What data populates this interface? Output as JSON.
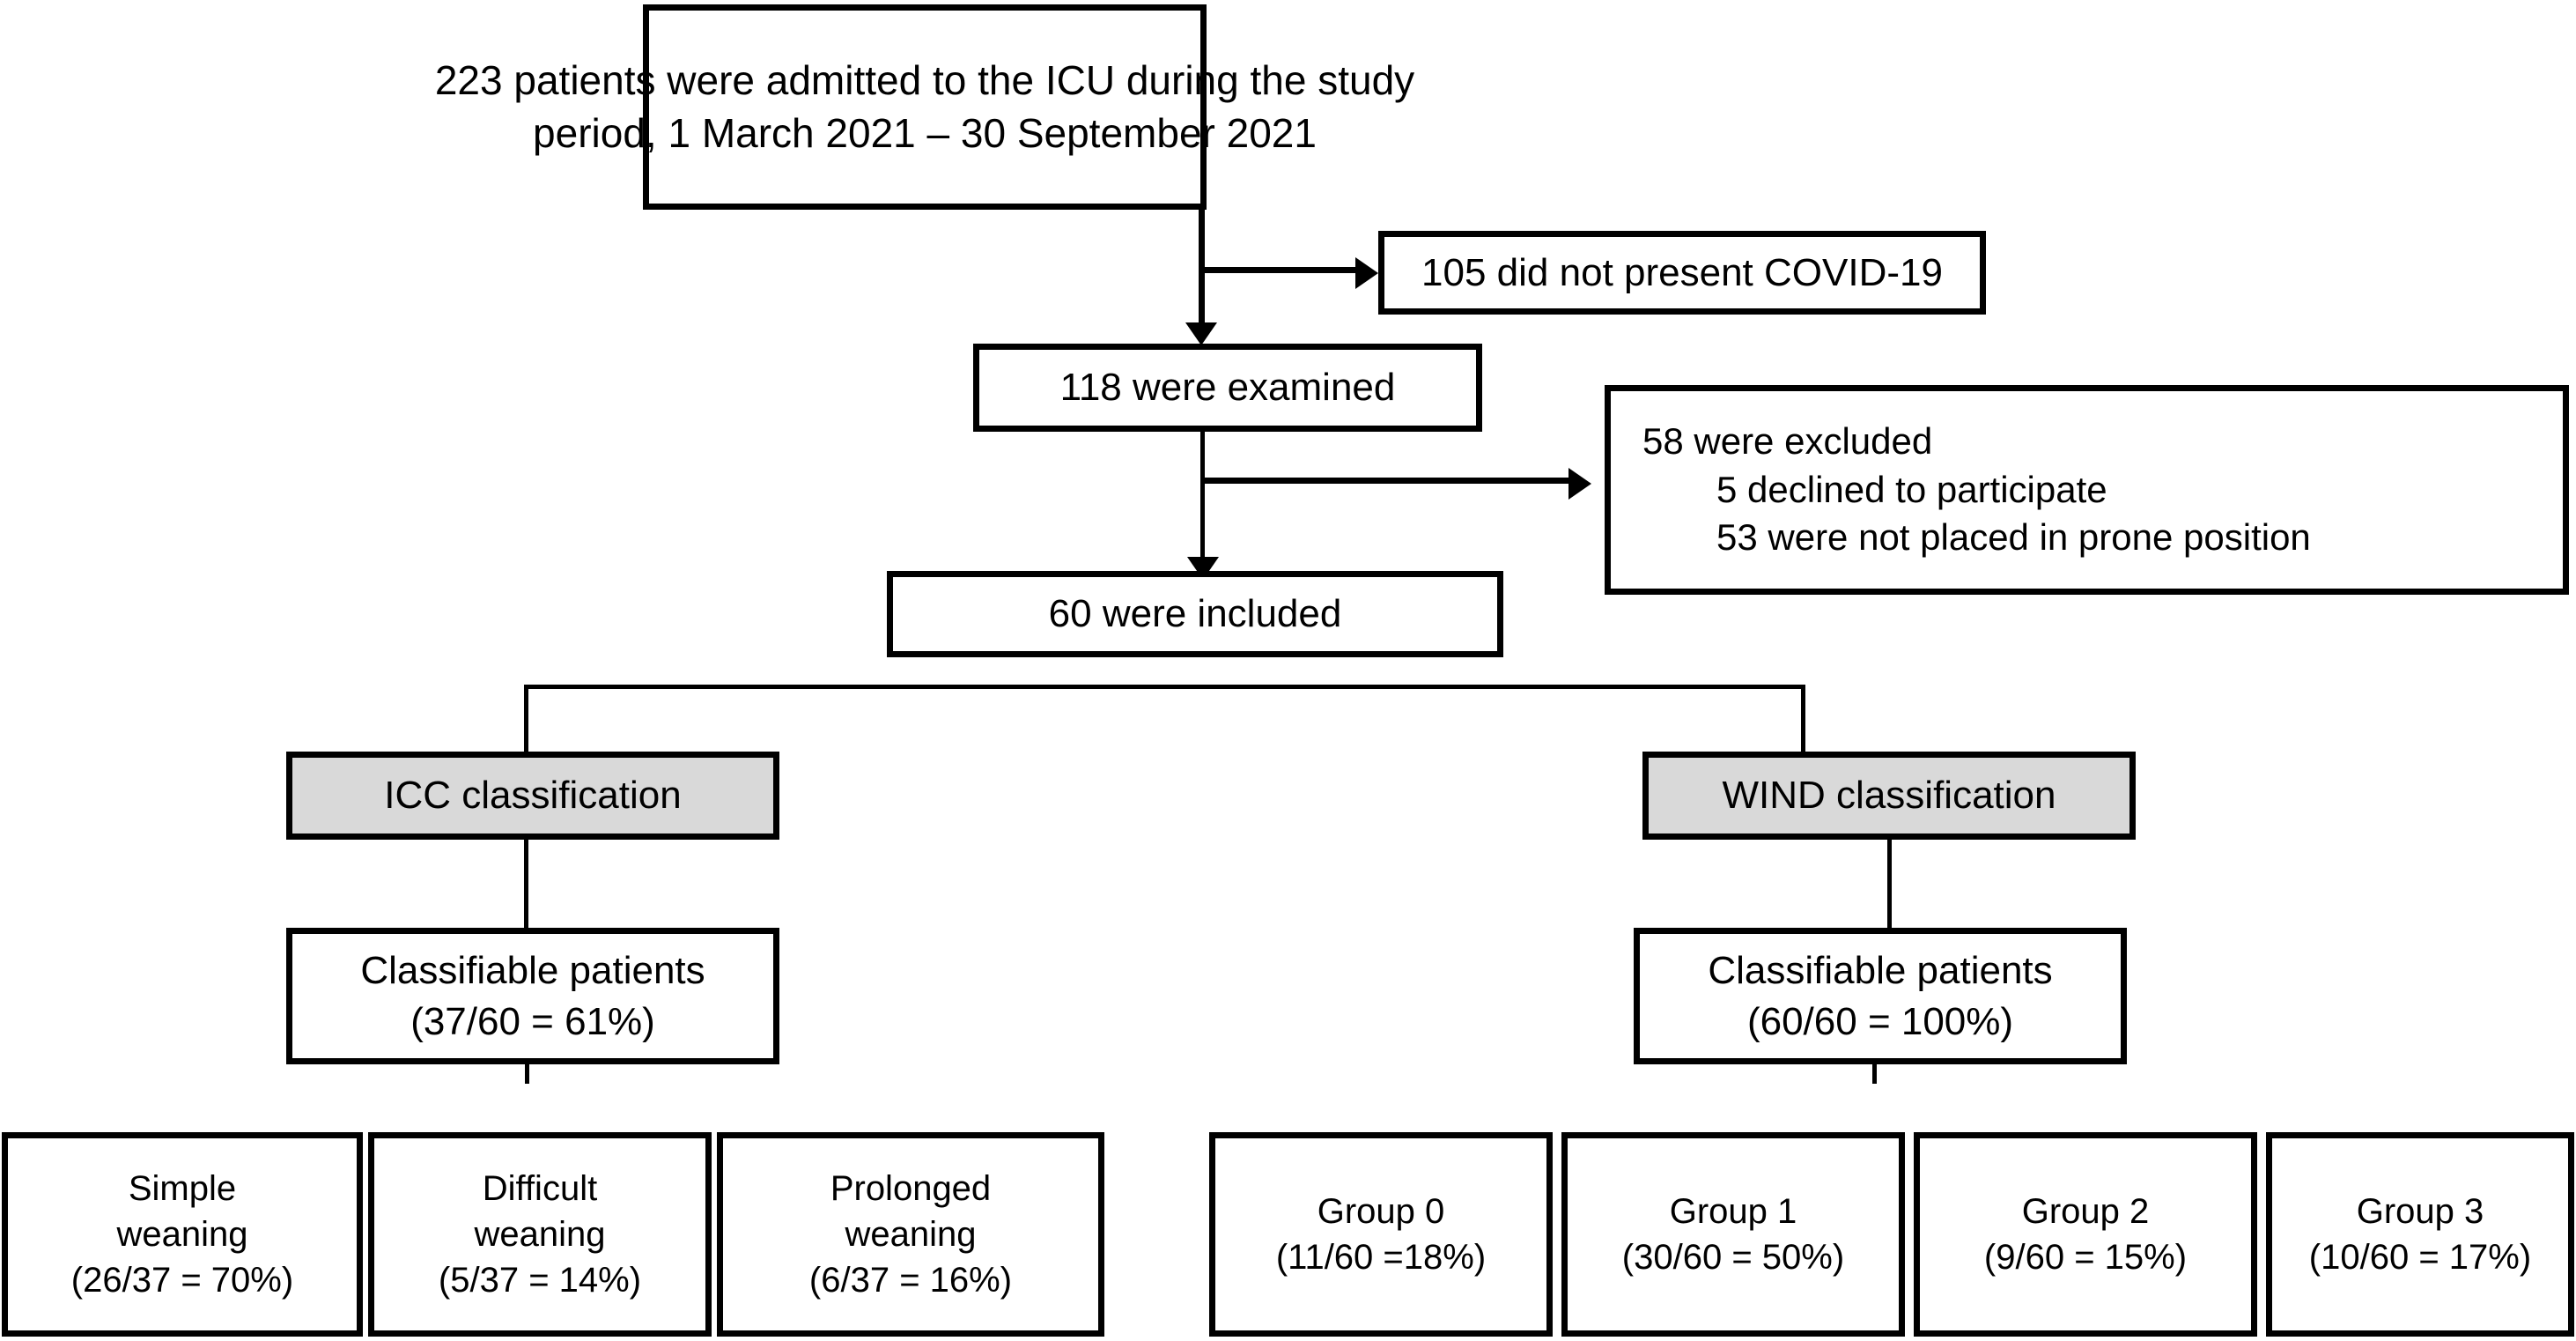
{
  "diagram": {
    "title": "ICU COVID-19 weaning classification study flow",
    "colors": {
      "line": "#000000",
      "box_fill": "#ffffff",
      "shaded_fill": "#d9d9d9",
      "text": "#000000"
    },
    "boxes": {
      "admitted": {
        "line1": "223 patients were admitted to the ICU during the study",
        "line2": "period, 1 March 2021 – 30 September 2021"
      },
      "no_covid": {
        "line1": "105 did not present COVID-19"
      },
      "examined": {
        "line1": "118 were examined"
      },
      "excluded": {
        "line1": "58 were excluded",
        "line2": "5 declined to participate",
        "line3": "53 were not placed in prone position"
      },
      "included": {
        "line1": "60 were included"
      },
      "icc_classification": {
        "line1": "ICC classification"
      },
      "wind_classification": {
        "line1": "WIND classification"
      },
      "icc_classifiable": {
        "line1": "Classifiable patients",
        "line2": "(37/60 = 61%)"
      },
      "wind_classifiable": {
        "line1": "Classifiable patients",
        "line2": "(60/60 = 100%)"
      }
    },
    "icc_groups": [
      {
        "line1": "Simple",
        "line2": "weaning",
        "line3": "(26/37 = 70%)"
      },
      {
        "line1": "Difficult",
        "line2": "weaning",
        "line3": "(5/37 = 14%)"
      },
      {
        "line1": "Prolonged",
        "line2": "weaning",
        "line3": "(6/37 = 16%)"
      }
    ],
    "wind_groups": [
      {
        "line1": "Group 0",
        "line2": "(11/60 =18%)"
      },
      {
        "line1": "Group 1",
        "line2": "(30/60 = 50%)"
      },
      {
        "line1": "Group 2",
        "line2": "(9/60 = 15%)"
      },
      {
        "line1": "Group 3",
        "line2": "(10/60 = 17%)"
      }
    ]
  }
}
